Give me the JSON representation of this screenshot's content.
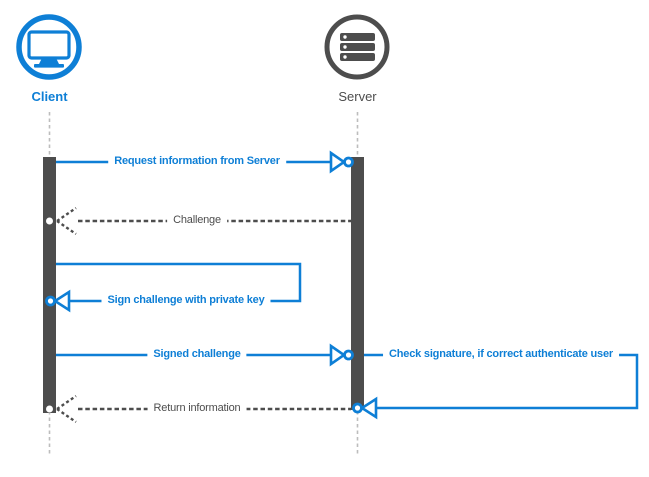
{
  "colors": {
    "accent-blue": "#0e7fd6",
    "neutral-dark": "#4d4d4d",
    "lifeline-gray": "#bdbdbd",
    "background": "#ffffff"
  },
  "actors": [
    {
      "id": "client",
      "label": "Client",
      "icon": "computer-monitor-icon",
      "color": "#0e7fd6"
    },
    {
      "id": "server",
      "label": "Server",
      "icon": "server-stack-icon",
      "color": "#4d4d4d"
    }
  ],
  "messages": [
    {
      "seq": 1,
      "label": "Request information from Server",
      "from": "Client",
      "to": "Server",
      "line": "solid",
      "arrowhead": "open-triangle-circle",
      "color": "#0e7fd6"
    },
    {
      "seq": 2,
      "label": "Challenge",
      "from": "Server",
      "to": "Client",
      "line": "dashed",
      "arrowhead": "sketch-open-arrow",
      "color": "#4d4d4d"
    },
    {
      "seq": 3,
      "label": "Sign challenge with private key",
      "from": "Client",
      "to": "Client",
      "line": "solid",
      "arrowhead": "open-triangle-circle",
      "color": "#0e7fd6"
    },
    {
      "seq": 4,
      "label": "Signed challenge",
      "from": "Client",
      "to": "Server",
      "line": "solid",
      "arrowhead": "open-triangle-circle",
      "color": "#0e7fd6"
    },
    {
      "seq": 5,
      "label": "Check signature, if correct authenticate user",
      "from": "Server",
      "to": "Server",
      "line": "solid",
      "arrowhead": "open-triangle-circle",
      "color": "#0e7fd6"
    },
    {
      "seq": 6,
      "label": "Return information",
      "from": "Server",
      "to": "Client",
      "line": "dashed",
      "arrowhead": "sketch-open-arrow",
      "color": "#4d4d4d"
    }
  ]
}
